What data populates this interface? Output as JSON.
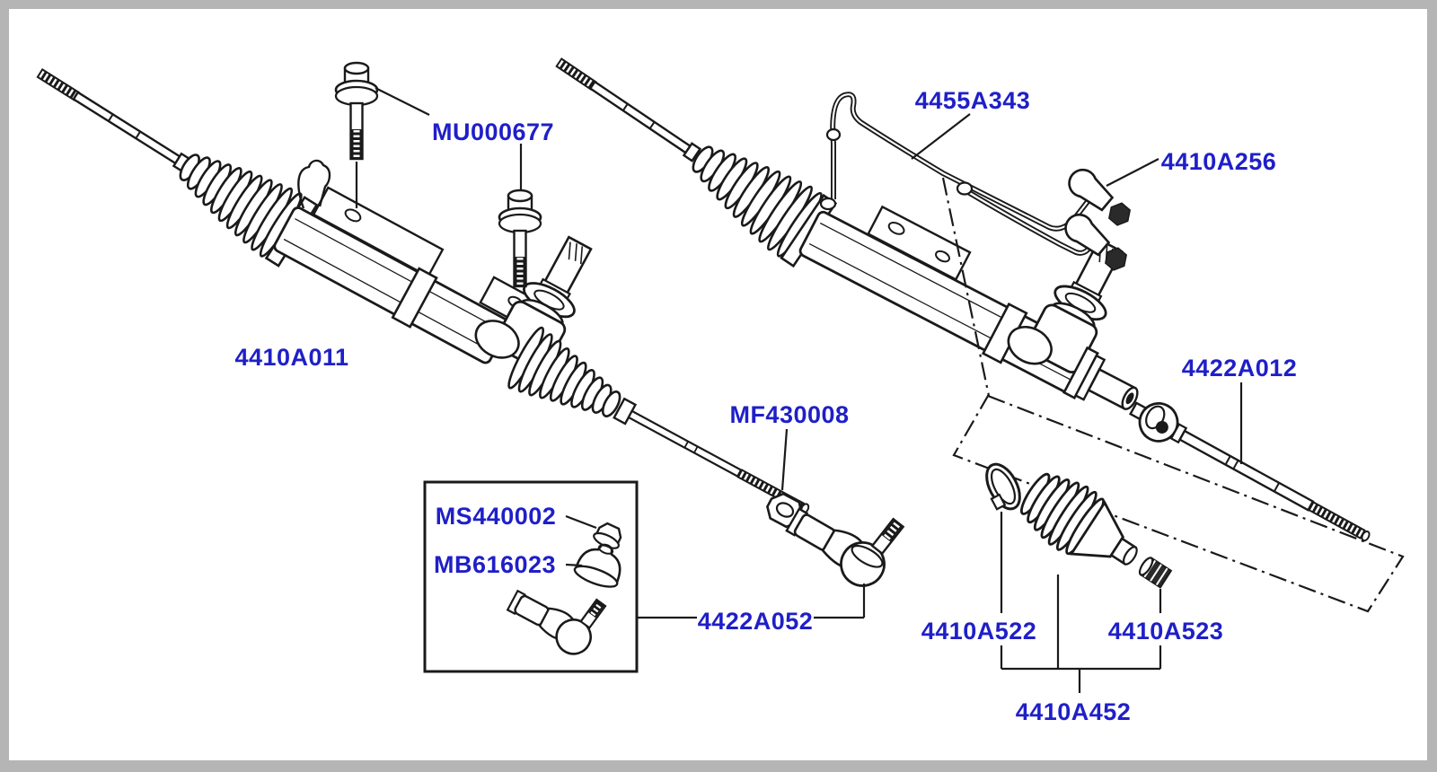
{
  "frame": {
    "border_color": "#b5b5b5",
    "canvas_color": "#ffffff"
  },
  "palette": {
    "label_color": "#1f1fc8",
    "line_color": "#1a1a1a"
  },
  "labels": [
    {
      "part": "MU000677",
      "text": "MU000677"
    },
    {
      "part": "4455A343",
      "text": "4455A343"
    },
    {
      "part": "4410A256",
      "text": "4410A256"
    },
    {
      "part": "4410A011",
      "text": "4410A011"
    },
    {
      "part": "4422A012",
      "text": "4422A012"
    },
    {
      "part": "MF430008",
      "text": "MF430008"
    },
    {
      "part": "MS440002",
      "text": "MS440002"
    },
    {
      "part": "MB616023",
      "text": "MB616023"
    },
    {
      "part": "4422A052",
      "text": "4422A052"
    },
    {
      "part": "4410A522",
      "text": "4410A522"
    },
    {
      "part": "4410A523",
      "text": "4410A523"
    },
    {
      "part": "4410A452",
      "text": "4410A452"
    }
  ]
}
